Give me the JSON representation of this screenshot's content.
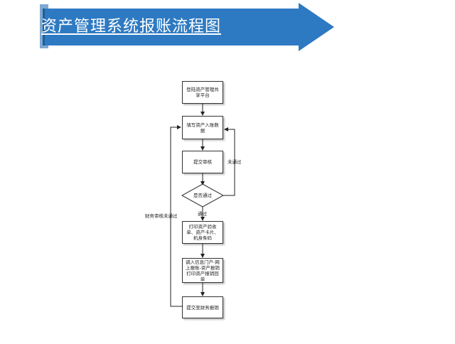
{
  "slide": {
    "title": "资产管理系统报账流程图",
    "banner_color": "#2e7ac2"
  },
  "flowchart": {
    "steps": [
      "登陆资产管理共享平台",
      "填写资产入账数据",
      "提交审核",
      "打印资产验收单、资产卡片、机身条码",
      "调入信息门户-网上报账-资产报销打印资产报销回单",
      "提交至财务报销"
    ],
    "decision": "是否通过",
    "labels": {
      "pass": "通过",
      "fail": "未通过",
      "finance_fail": "财务审核未通过"
    }
  }
}
